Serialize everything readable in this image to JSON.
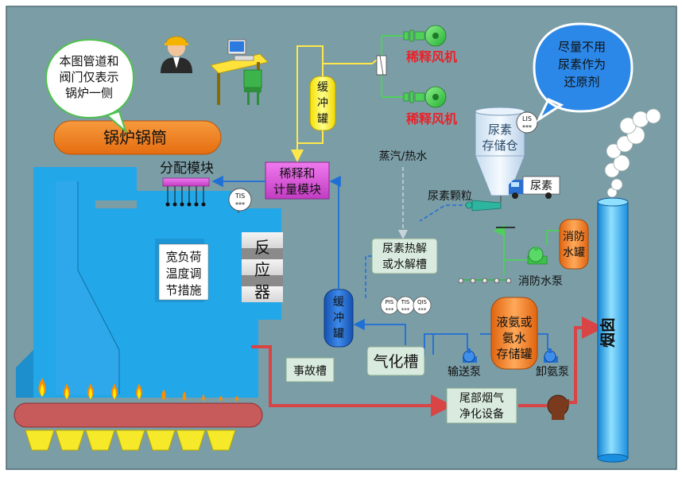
{
  "labels": {
    "note_pipes": [
      "本图管道和",
      "阀门仅表示",
      "锅炉一侧"
    ],
    "note_urea": [
      "尽量不用",
      "尿素作为",
      "还原剂"
    ],
    "boiler_drum": "锅炉锅筒",
    "distribution_module": "分配模块",
    "dilution_metering": [
      "稀释和",
      "计量模块"
    ],
    "buffer_tank_top": [
      "缓",
      "冲",
      "罐"
    ],
    "dilution_fan_1": "稀释风机",
    "dilution_fan_2": "稀释风机",
    "urea_silo": [
      "尿素",
      "存储仓"
    ],
    "lis_tag": "LIS",
    "tis_tag": "TIS",
    "pis_tag": "PIS",
    "qis_tag": "QIS",
    "tag_value": "***",
    "steam_water": "蒸汽/热水",
    "urea_granules": "尿素颗粒",
    "urea_truck": "尿素",
    "wide_load": [
      "宽负荷",
      "温度调",
      "节措施"
    ],
    "reactor": [
      "反",
      "应",
      "器"
    ],
    "hydrolysis": [
      "尿素热解",
      "或水解槽"
    ],
    "fire_tank": [
      "消防",
      "水罐"
    ],
    "fire_pump": "消防水泵",
    "buffer_tank_lower": [
      "缓",
      "冲",
      "罐"
    ],
    "ammonia_storage": [
      "液氨或",
      "氨水",
      "存储罐"
    ],
    "transfer_pump": "输送泵",
    "unload_pump": "卸氨泵",
    "vaporizer": "气化槽",
    "accident_tank": "事故槽",
    "tail_gas": [
      "尾部烟气",
      "净化设备"
    ],
    "chimney": "烟囱"
  },
  "colors": {
    "background": "#7B9DA6",
    "boiler_blue": "#22A7E8",
    "drum_orange": "#F07E1E",
    "magenta": "#E055E0",
    "red_text": "#E8232B",
    "flue_red": "#D94444",
    "pipe_blue": "#1F6FD6",
    "pipe_yellow": "#FFE94A",
    "pipe_green": "#4FD05A",
    "orange_tank": "#F0822A"
  },
  "icons": [
    "engineer-icon",
    "workstation-icon",
    "fan-icon",
    "truck-icon",
    "pump-icon",
    "flame-icon",
    "smoke-icon"
  ]
}
